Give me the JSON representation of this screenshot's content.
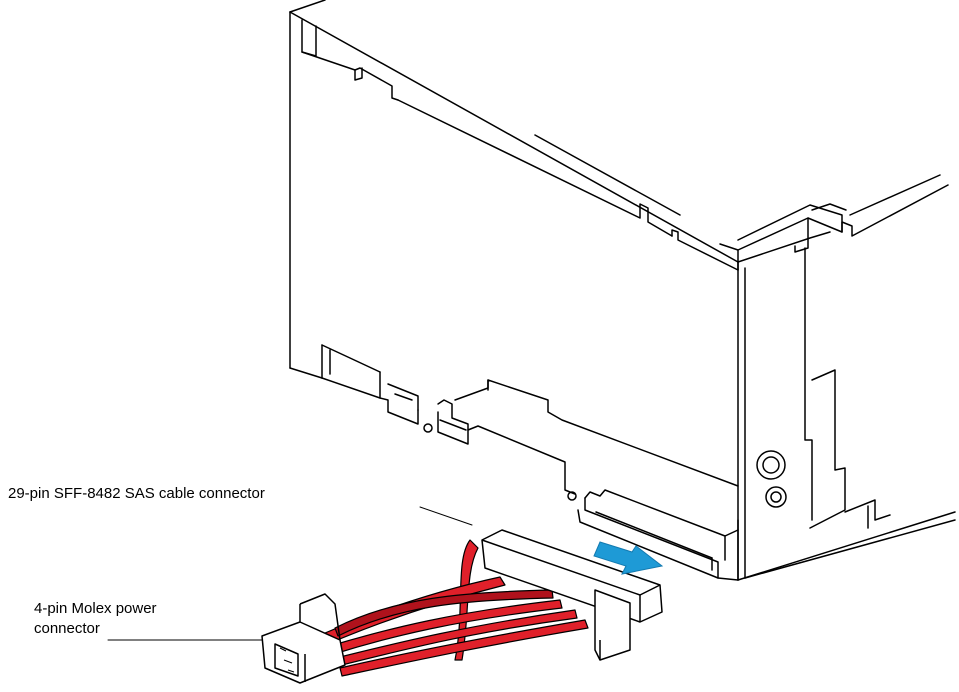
{
  "callouts": {
    "sas_connector": "29-pin SFF-8482 SAS cable connector",
    "molex_line1": "4-pin Molex power",
    "molex_line2": "connector"
  },
  "colors": {
    "line": "#000000",
    "cable_red": "#e0202a",
    "cable_red_dark": "#b0121c",
    "arrow_blue": "#1e9ad6",
    "arrow_blue_dark": "#137ab0"
  },
  "icons": {
    "arrow": "insertion-arrow-icon"
  }
}
